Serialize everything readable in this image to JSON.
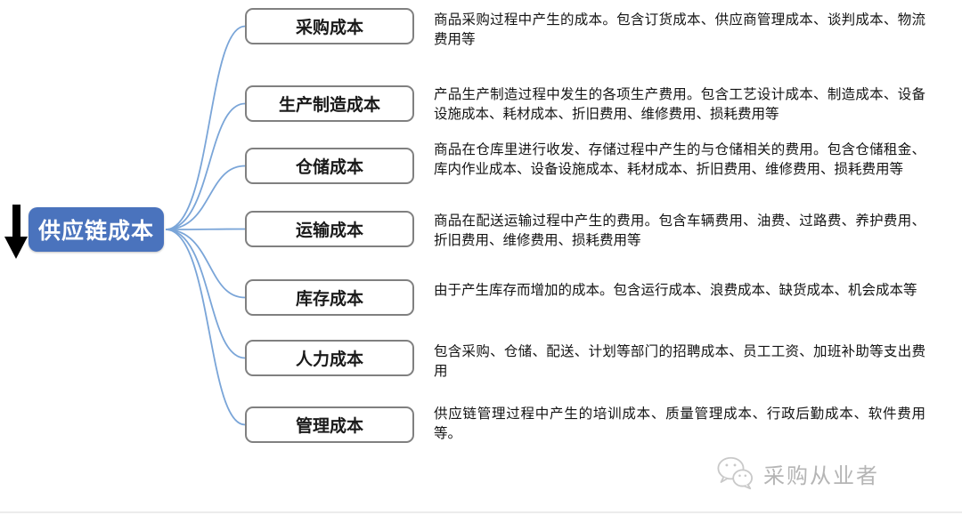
{
  "root": {
    "label": "供应链成本"
  },
  "nodes": [
    {
      "label": "采购成本",
      "description": "商品采购过程中产生的成本。包含订货成本、供应商管理成本、谈判成本、物流费用等"
    },
    {
      "label": "生产制造成本",
      "description": "产品生产制造过程中发生的各项生产费用。包含工艺设计成本、制造成本、设备设施成本、耗材成本、折旧费用、维修费用、损耗费用等"
    },
    {
      "label": "仓储成本",
      "description": "商品在仓库里进行收发、存储过程中产生的与仓储相关的费用。包含仓储租金、库内作业成本、设备设施成本、耗材成本、折旧费用、维修费用、损耗费用等"
    },
    {
      "label": "运输成本",
      "description": "商品在配送运输过程中产生的费用。包含车辆费用、油费、过路费、养护费用、折旧费用、维修费用、损耗费用等"
    },
    {
      "label": "库存成本",
      "description": "由于产生库存而增加的成本。包含运行成本、浪费成本、缺货成本、机会成本等"
    },
    {
      "label": "人力成本",
      "description": "包含采购、仓储、配送、计划等部门的招聘成本、员工工资、加班补助等支出费用"
    },
    {
      "label": "管理成本",
      "description": "供应链管理过程中产生的培训成本、质量管理成本、行政后勤成本、软件费用等。"
    }
  ],
  "watermark": {
    "label": "采购从业者",
    "icon": "wechat-icon"
  },
  "colors": {
    "root_fill": "#4a73bd",
    "root_text": "#ffffff",
    "branch_border": "#808080",
    "connector": "#7aa5d8",
    "description_text": "#141414",
    "watermark_text": "#b5b5b5",
    "arrow": "#000000",
    "divider": "#ececec"
  }
}
